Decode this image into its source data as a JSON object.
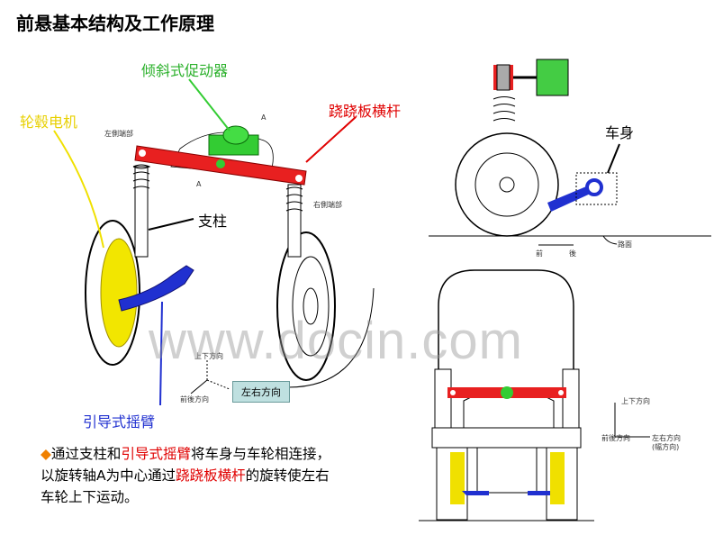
{
  "title": "前悬基本结构及工作原理",
  "labels": {
    "actuator": "倾斜式促动器",
    "hub_motor": "轮毂电机",
    "seesaw_bar": "跷跷板横杆",
    "strut": "支柱",
    "guide_arm": "引导式摇臂",
    "body": "车身",
    "left_end": "左側端部",
    "right_end": "右側端部",
    "axis_a": "A",
    "axis_a2": "A"
  },
  "left_axes": {
    "up_down": "上下方向",
    "front_back": "前後方向",
    "left_right": "左右方向"
  },
  "side_view": {
    "front": "前",
    "rear": "後",
    "road": "路面"
  },
  "front_axes": {
    "up_down": "上下方向",
    "front_back": "前後方向",
    "left_right": "左右方向",
    "width_dir": "(幅方向)"
  },
  "watermark": "www.docin.com",
  "paragraph": {
    "bullet": "◆",
    "p1": "通过支柱和",
    "p2": "引导式摇臂",
    "p3": "将车身与车轮相连接，以旋转轴A为中心通过",
    "p4": "跷跷板横杆",
    "p5": "的旋转使左右车轮上下运动。"
  },
  "colors": {
    "red": "#e00000",
    "green": "#33cc33",
    "yellow": "#f0e000",
    "blue": "#2030d0"
  }
}
